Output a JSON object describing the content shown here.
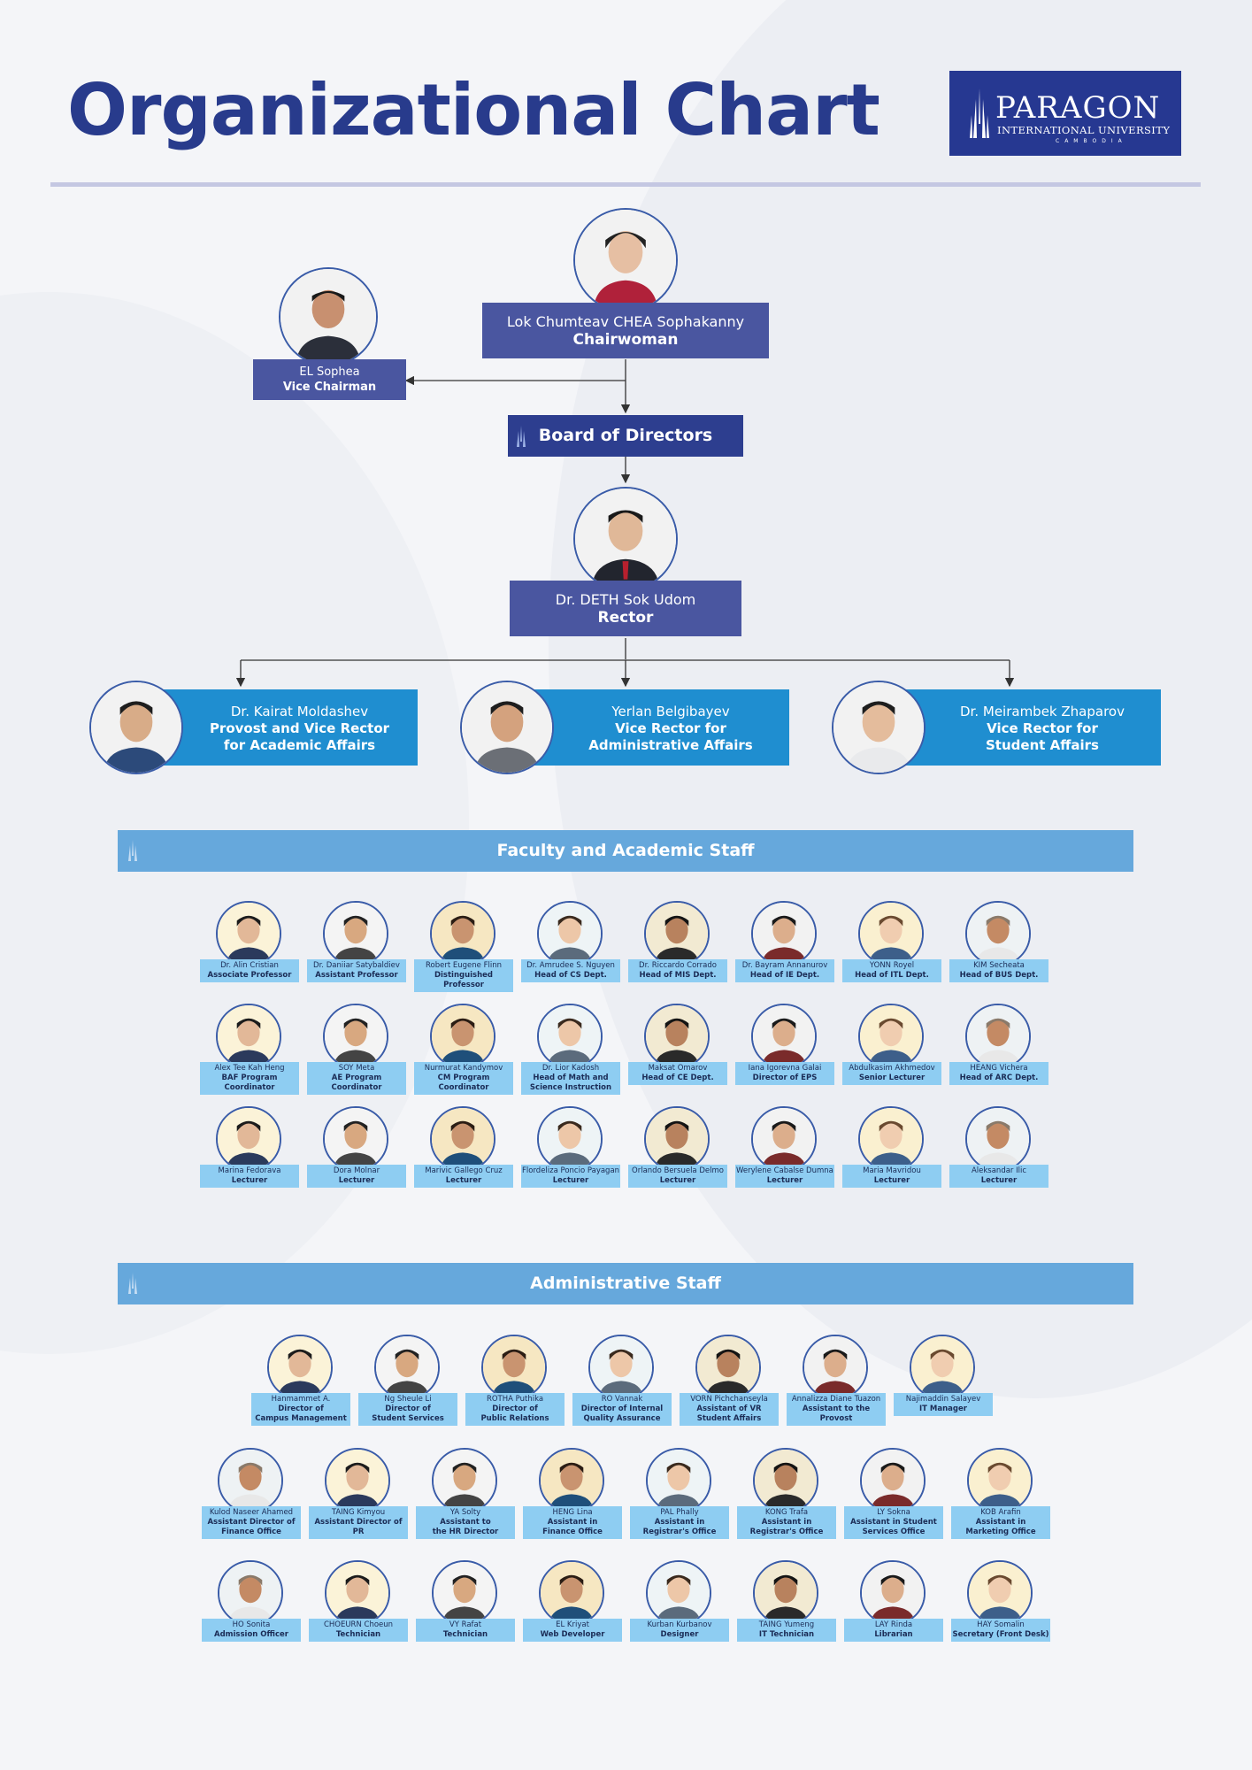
{
  "header": {
    "title": "Organizational Chart",
    "logo_name": "PARAGON",
    "logo_sub": "INTERNATIONAL UNIVERSITY",
    "logo_country": "CAMBODIA"
  },
  "colors": {
    "title": "#283b8c",
    "node_dark": "#4a56a0",
    "board": "#2d3e8f",
    "vice_rector": "#1f8ed0",
    "banner": "#66a8dc",
    "card_label": "#8ecdf2"
  },
  "leadership": {
    "chair": {
      "name": "Lok Chumteav CHEA Sophakanny",
      "role": "Chairwoman"
    },
    "vice_chair": {
      "name": "EL Sophea",
      "role": "Vice Chairman"
    },
    "board": "Board of Directors",
    "rector": {
      "name": "Dr. DETH Sok Udom",
      "role": "Rector"
    },
    "vice_rectors": [
      {
        "name": "Dr. Kairat Moldashev",
        "role": "Provost and Vice Rector\nfor Academic Affairs"
      },
      {
        "name": "Yerlan Belgibayev",
        "role": "Vice Rector for\nAdministrative Affairs"
      },
      {
        "name": "Dr. Meirambek Zhaparov",
        "role": "Vice Rector for\nStudent Affairs"
      }
    ]
  },
  "faculty": {
    "title": "Faculty and Academic Staff",
    "rows": [
      [
        {
          "name": "Dr. Alin Cristian",
          "role": "Associate Professor"
        },
        {
          "name": "Dr. Daniiar Satybaldiev",
          "role": "Assistant Professor"
        },
        {
          "name": "Robert Eugene Flinn",
          "role": "Distinguished Professor"
        },
        {
          "name": "Dr. Amrudee S. Nguyen",
          "role": "Head of CS Dept."
        },
        {
          "name": "Dr. Riccardo Corrado",
          "role": "Head of MIS Dept."
        },
        {
          "name": "Dr. Bayram Annanurov",
          "role": "Head of IE Dept."
        },
        {
          "name": "YONN Royel",
          "role": "Head of ITL Dept."
        },
        {
          "name": "KIM Secheata",
          "role": "Head of BUS Dept."
        }
      ],
      [
        {
          "name": "Alex Tee Kah Heng",
          "role": "BAF Program Coordinator"
        },
        {
          "name": "SOY Meta",
          "role": "AE Program Coordinator"
        },
        {
          "name": "Nurmurat Kandymov",
          "role": "CM Program Coordinator"
        },
        {
          "name": "Dr. Lior Kadosh",
          "role": "Head of Math and\nScience Instruction"
        },
        {
          "name": "Maksat Omarov",
          "role": "Head of CE Dept."
        },
        {
          "name": "Iana Igorevna Galai",
          "role": "Director of EPS"
        },
        {
          "name": "Abdulkasim Akhmedov",
          "role": "Senior Lecturer"
        },
        {
          "name": "HEANG Vichera",
          "role": "Head of ARC Dept."
        }
      ],
      [
        {
          "name": "Marina Fedorava",
          "role": "Lecturer"
        },
        {
          "name": "Dora Molnar",
          "role": "Lecturer"
        },
        {
          "name": "Marivic Gallego Cruz",
          "role": "Lecturer"
        },
        {
          "name": "Flordeliza Poncio Payagan",
          "role": "Lecturer"
        },
        {
          "name": "Orlando Bersuela Delmo",
          "role": "Lecturer"
        },
        {
          "name": "Werylene Cabalse Dumnac",
          "role": "Lecturer"
        },
        {
          "name": "Maria Mavridou",
          "role": "Lecturer"
        },
        {
          "name": "Aleksandar Ilic",
          "role": "Lecturer"
        }
      ]
    ]
  },
  "admin": {
    "title": "Administrative Staff",
    "rows": [
      [
        {
          "name": "Hanmammet A.",
          "role": "Director of\nCampus Management"
        },
        {
          "name": "Ng Sheule Li",
          "role": "Director of\nStudent Services"
        },
        {
          "name": "ROTHA Puthika",
          "role": "Director of\nPublic Relations"
        },
        {
          "name": "RO Vannak",
          "role": "Director of Internal\nQuality Assurance"
        },
        {
          "name": "VORN Pichchanseyla",
          "role": "Assistant of VR\nStudent Affairs"
        },
        {
          "name": "Annalizza Diane Tuazon",
          "role": "Assistant to the\nProvost"
        },
        {
          "name": "Najimaddin Salayev",
          "role": "IT Manager"
        }
      ],
      [
        {
          "name": "Kulod Naseer Ahamed",
          "role": "Assistant Director of\nFinance Office"
        },
        {
          "name": "TAING Kimyou",
          "role": "Assistant Director of PR"
        },
        {
          "name": "YA Solty",
          "role": "Assistant to\nthe HR Director"
        },
        {
          "name": "HENG Lina",
          "role": "Assistant in\nFinance Office"
        },
        {
          "name": "PAL Phally",
          "role": "Assistant in\nRegistrar's Office"
        },
        {
          "name": "KONG Trafa",
          "role": "Assistant in\nRegistrar's Office"
        },
        {
          "name": "LY Sokna",
          "role": "Assistant in Student\nServices Office"
        },
        {
          "name": "KOB Arafin",
          "role": "Assistant in\nMarketing Office"
        }
      ],
      [
        {
          "name": "HO Sonita",
          "role": "Admission Officer"
        },
        {
          "name": "CHOEURN Choeun",
          "role": "Technician"
        },
        {
          "name": "VY Rafat",
          "role": "Technician"
        },
        {
          "name": "EL Kriyat",
          "role": "Web Developer"
        },
        {
          "name": "Kurban Kurbanov",
          "role": "Designer"
        },
        {
          "name": "TAING Yumeng",
          "role": "IT Technician"
        },
        {
          "name": "LAY Rinda",
          "role": "Librarian"
        },
        {
          "name": "HAY Somalin",
          "role": "Secretary (Front Desk)"
        }
      ]
    ]
  }
}
